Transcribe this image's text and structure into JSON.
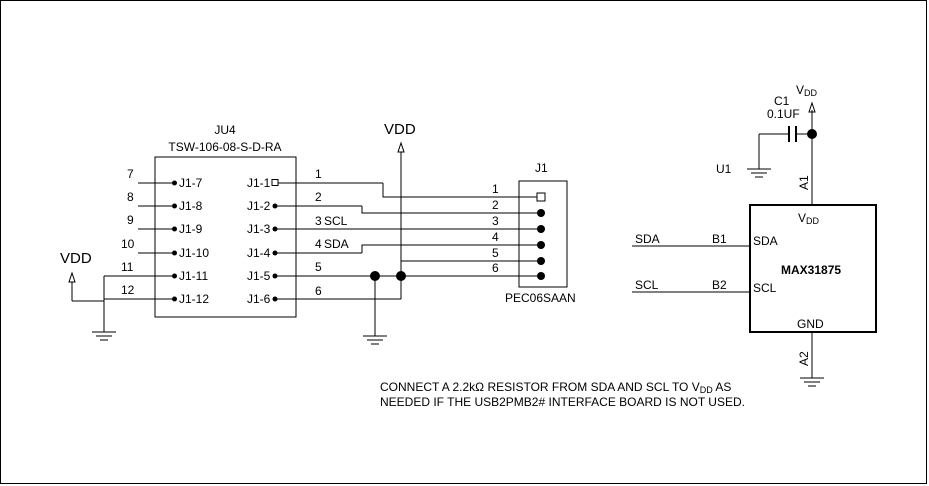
{
  "header": {
    "ju4_ref": "JU4",
    "ju4_part": "TSW-106-08-S-D-RA",
    "vdd_top": "VDD",
    "vdd_left": "VDD",
    "j1_ref": "J1",
    "j1_part": "PEC06SAAN"
  },
  "ju4_left_pins": [
    {
      "num": "7",
      "label": "J1-7"
    },
    {
      "num": "8",
      "label": "J1-8"
    },
    {
      "num": "9",
      "label": "J1-9"
    },
    {
      "num": "10",
      "label": "J1-10"
    },
    {
      "num": "11",
      "label": "J1-11"
    },
    {
      "num": "12",
      "label": "J1-12"
    }
  ],
  "ju4_right_pins": [
    {
      "num": "1",
      "label": "J1-1",
      "net": ""
    },
    {
      "num": "2",
      "label": "J1-2",
      "net": ""
    },
    {
      "num": "3",
      "label": "J1-3",
      "net": "SCL"
    },
    {
      "num": "4",
      "label": "J1-4",
      "net": "SDA"
    },
    {
      "num": "5",
      "label": "J1-5",
      "net": ""
    },
    {
      "num": "6",
      "label": "J1-6",
      "net": ""
    }
  ],
  "j1_pins": [
    "1",
    "2",
    "3",
    "4",
    "5",
    "6"
  ],
  "max": {
    "name": "MAX31875",
    "vdd_pin": "V",
    "vdd_sub": "DD",
    "sda_pin": "SDA",
    "scl_pin": "SCL",
    "gnd_pin": "GND",
    "a1": "A1",
    "a2": "A2",
    "b1": "B1",
    "b2": "B2",
    "sda_net": "SDA",
    "scl_net": "SCL",
    "u1": "U1",
    "c1_ref": "C1",
    "c1_val": "0.1UF",
    "vdd_label": "V",
    "vdd_label_sub": "DD"
  },
  "note": {
    "line1_pre": "CONNECT A 2.2kΩ RESISTOR FROM SDA AND SCL TO V",
    "line1_sub": "DD",
    "line1_post": " AS",
    "line2": "NEEDED IF THE USB2PMB2# INTERFACE BOARD IS NOT USED."
  }
}
